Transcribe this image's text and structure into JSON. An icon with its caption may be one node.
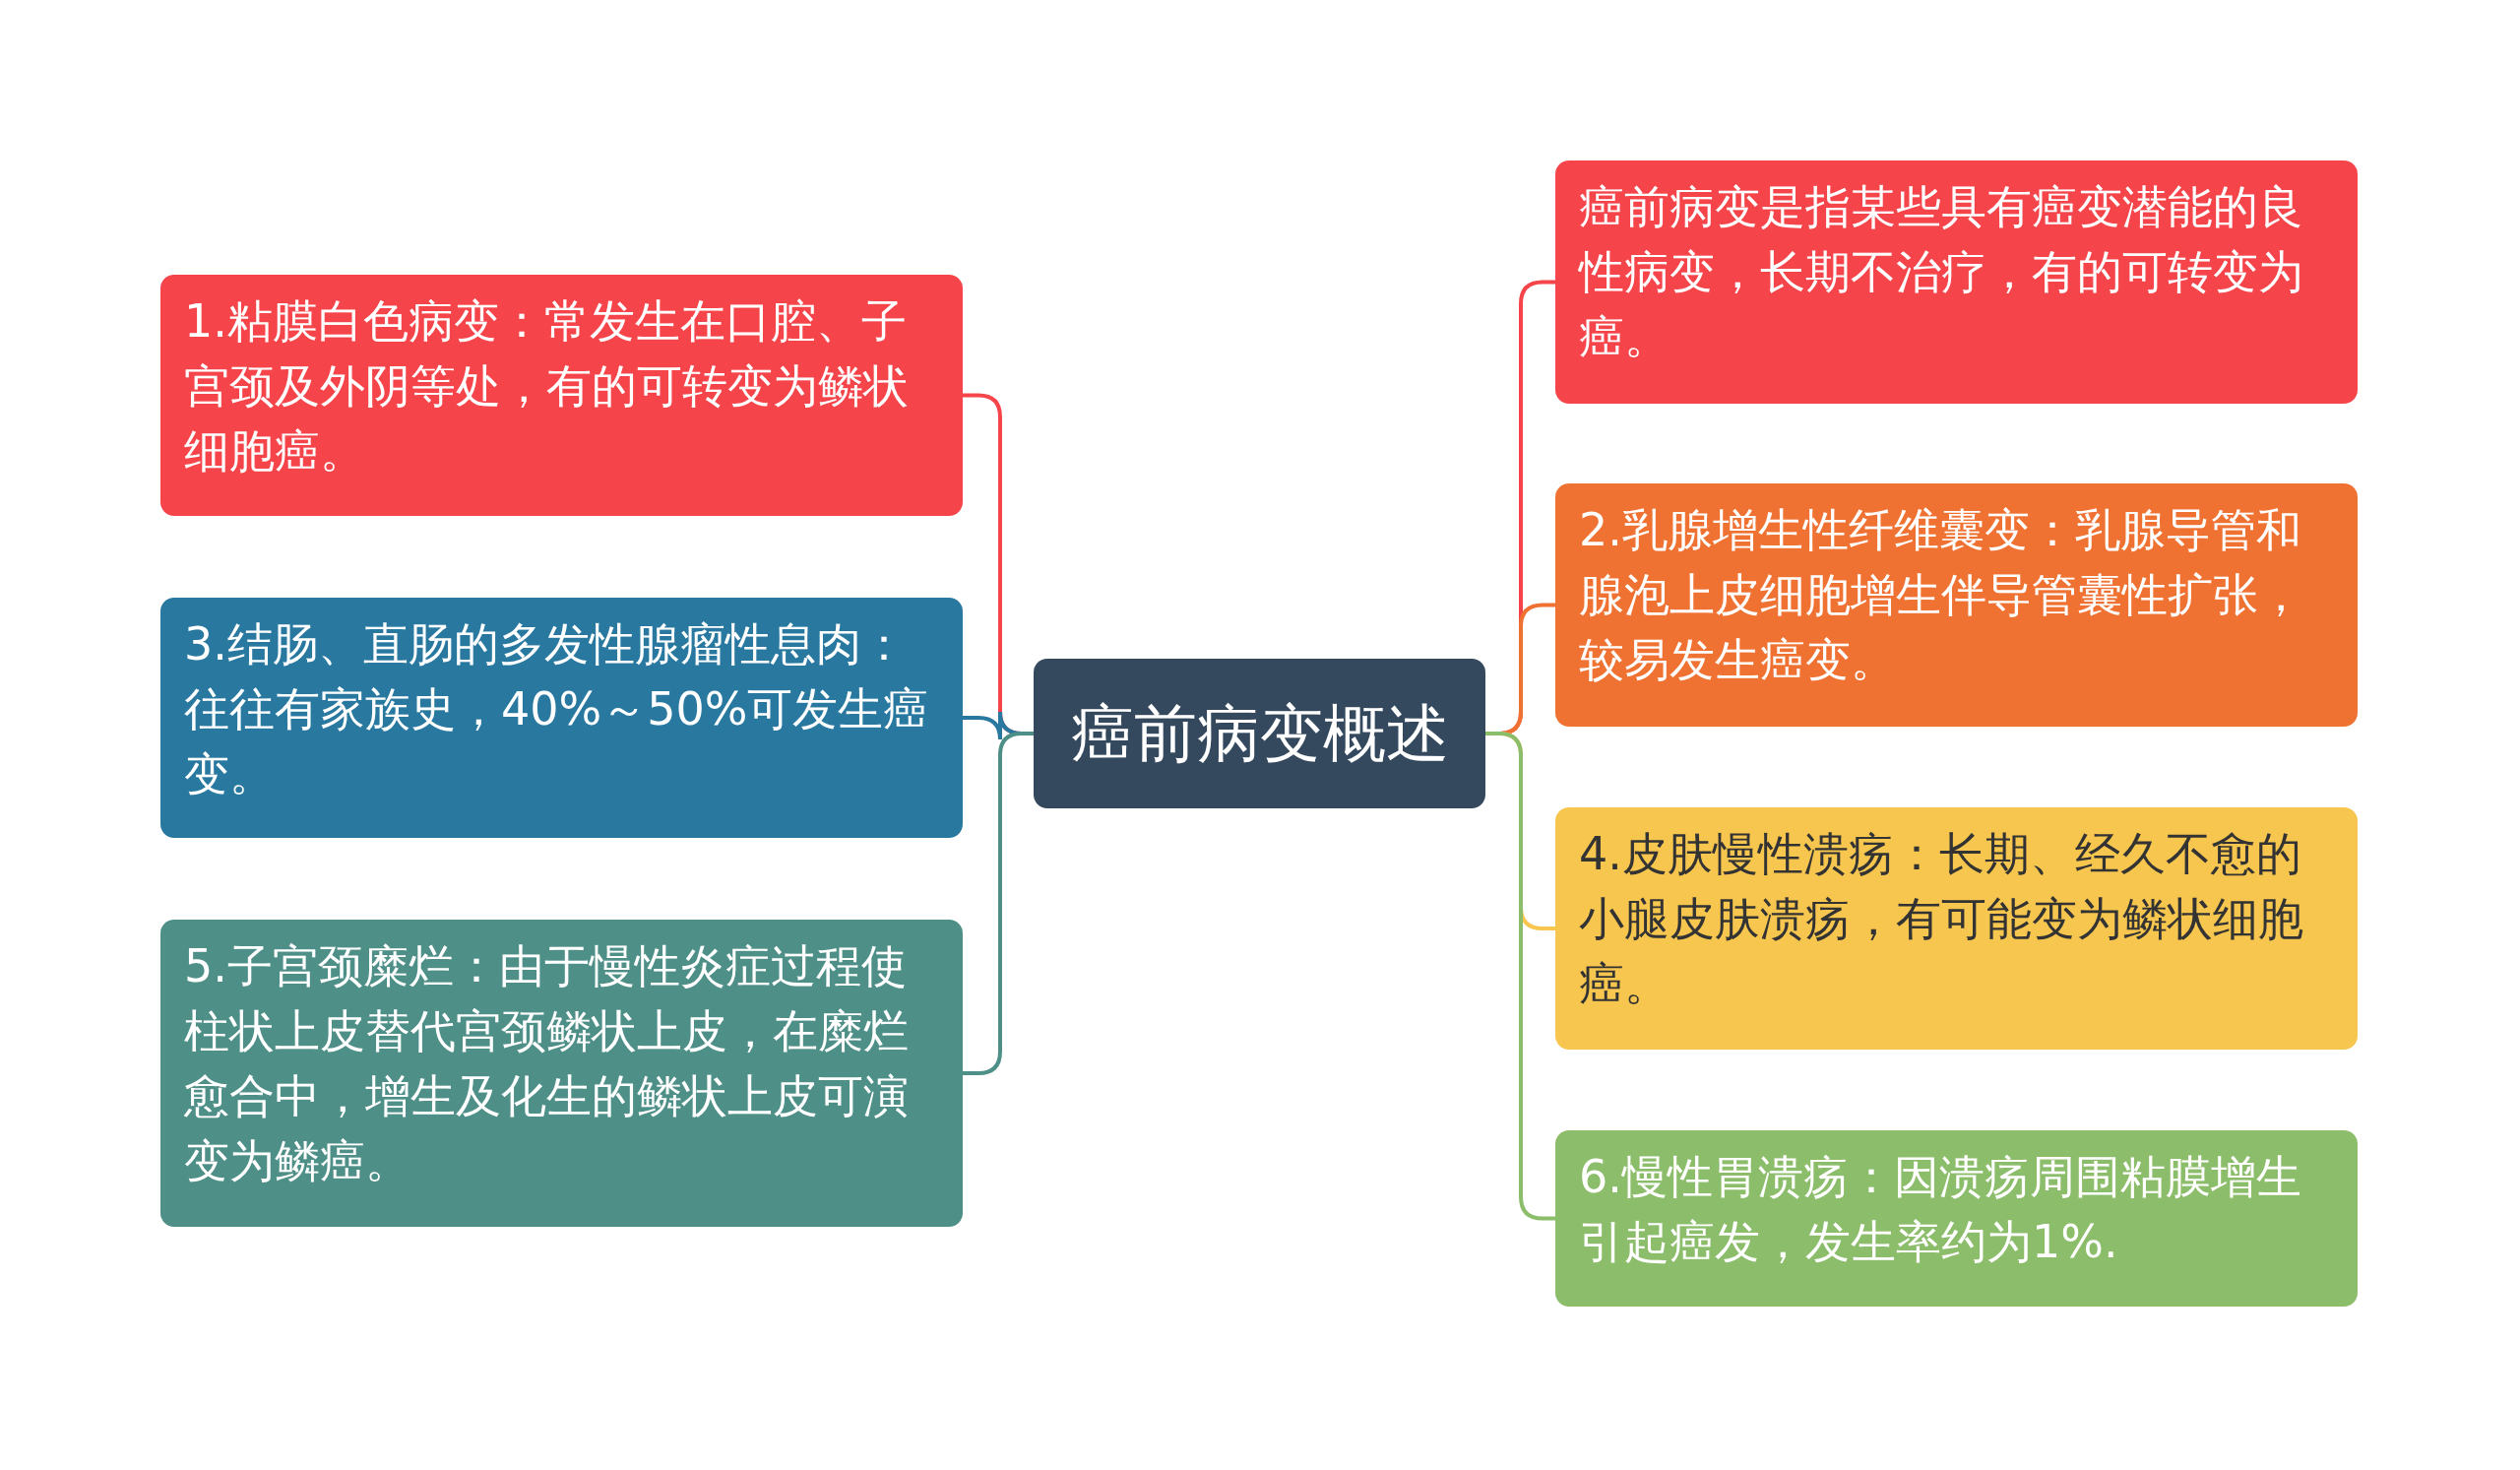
{
  "diagram": {
    "nodes": [
      {
        "text": [
          "癌前病变概述"
        ]
      },
      {
        "text": [
          "癌前病变是指某些具有癌变潜能的良性病变，长期不治疗，有的可转变为癌。"
        ]
      },
      {
        "text": [
          "1.粘膜白色病变：常发生在口腔、子宫颈及外阴等处，有的可转变为鳞状细胞癌。"
        ]
      },
      {
        "text": [
          "2.乳腺增生性纤维囊变：乳腺导管和腺泡上皮细胞增生伴导管囊性扩张，较易发生癌变。"
        ]
      },
      {
        "text": [
          "3.结肠、直肠的多发性腺瘤性息肉：往往有家族史，40%～50%可发生癌变。"
        ]
      },
      {
        "text": [
          "4.皮肤慢性溃疡：长期、经久不愈的小腿皮肤溃疡，有可能变为鳞状细胞癌。"
        ]
      },
      {
        "text": [
          "5.子宫颈糜烂：由于慢性炎症过程使柱状上皮替代宫颈鳞状上皮，在糜烂愈合中，增生及化生的鳞状上皮可演变为鳞癌。"
        ]
      },
      {
        "text": [
          "6.慢性胃溃疡：因溃疡周围粘膜增生引起癌发，发生率约为1%."
        ]
      }
    ],
    "edges": [
      {
        "from": 0,
        "to": 1,
        "arrow": "none",
        "color": "#f5454a"
      },
      {
        "from": 0,
        "to": 2,
        "arrow": "none",
        "color": "#f5454a"
      },
      {
        "from": 0,
        "to": 3,
        "arrow": "none",
        "color": "#f07232"
      },
      {
        "from": 0,
        "to": 4,
        "arrow": "none",
        "color": "#2878a0"
      },
      {
        "from": 0,
        "to": 5,
        "arrow": "none",
        "color": "#f7c64f"
      },
      {
        "from": 0,
        "to": 6,
        "arrow": "none",
        "color": "#4e8f88"
      },
      {
        "from": 0,
        "to": 7,
        "arrow": "none",
        "color": "#8cbd6b"
      }
    ]
  }
}
